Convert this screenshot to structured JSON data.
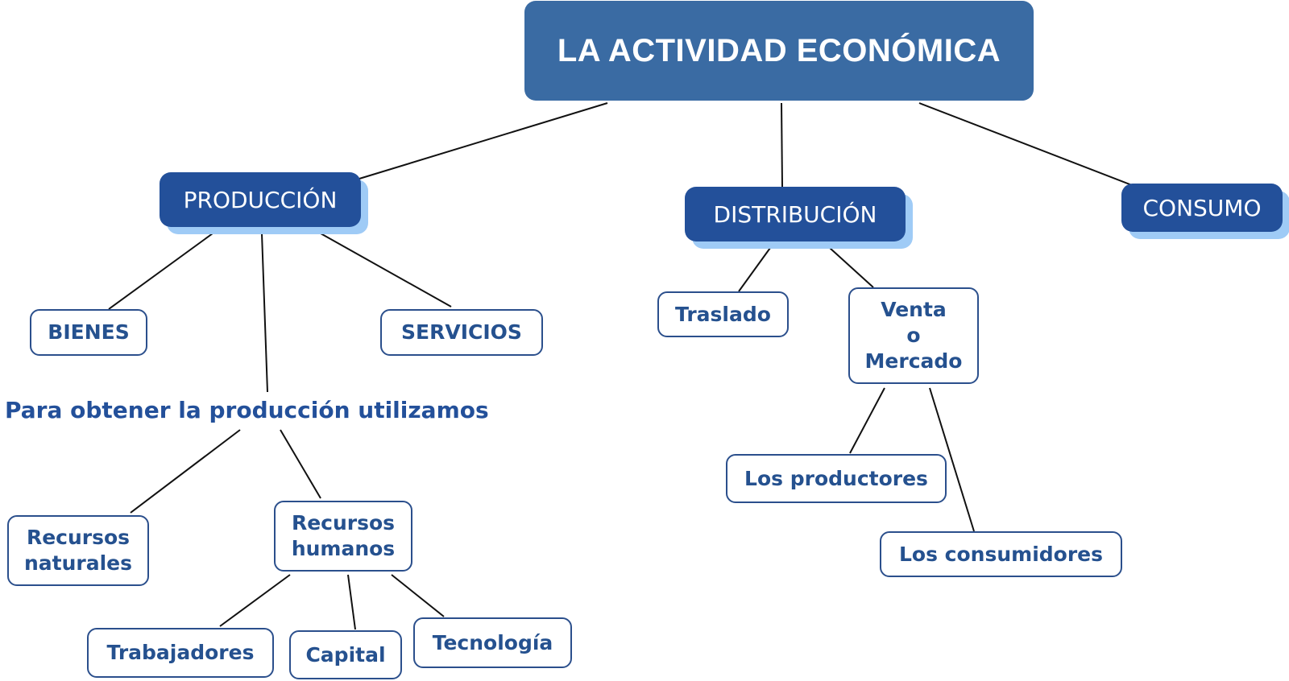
{
  "diagram": {
    "root": "LA ACTIVIDAD ECONÓMICA",
    "produccion": {
      "label": "PRODUCCIÓN",
      "bienes": "BIENES",
      "servicios": "SERVICIOS",
      "caption": "Para obtener la producción utilizamos",
      "recursos_naturales": [
        "Recursos",
        "naturales"
      ],
      "recursos_humanos": [
        "Recursos",
        "humanos"
      ],
      "trabajadores": "Trabajadores",
      "capital": "Capital",
      "tecnologia": "Tecnología"
    },
    "distribucion": {
      "label": "DISTRIBUCIÓN",
      "traslado": "Traslado",
      "venta": [
        "Venta",
        "o",
        "Mercado"
      ],
      "productores": "Los productores",
      "consumidores": "Los consumidores"
    },
    "consumo": {
      "label": "CONSUMO"
    }
  }
}
